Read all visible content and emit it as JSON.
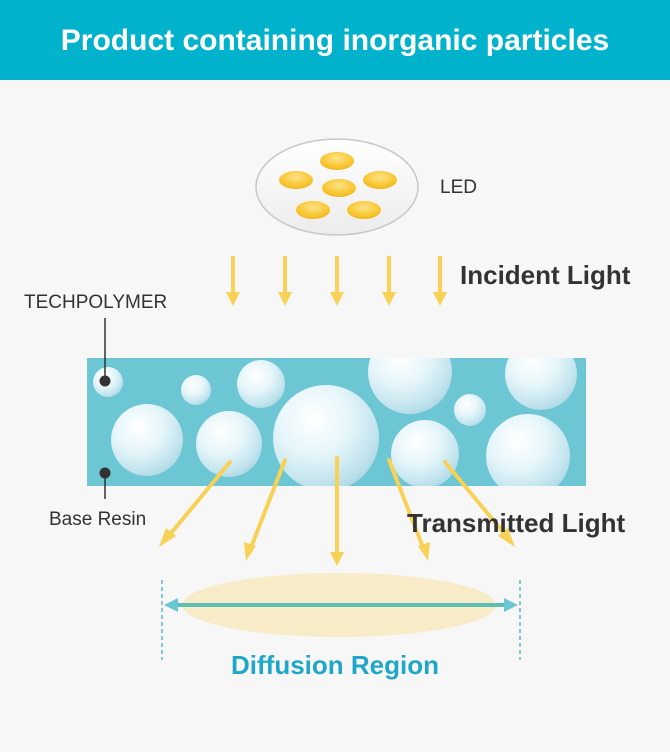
{
  "title": "Product containing inorganic particles",
  "labels": {
    "led": "LED",
    "incident_light": "Incident Light",
    "techpolymer": "TECHPOLYMER",
    "base_resin": "Base Resin",
    "transmitted_light": "Transmitted Light",
    "diffusion_region": "Diffusion Region"
  },
  "colors": {
    "header": "#00b2cc",
    "resin": "#6cc6d4",
    "arrow": "#f7d256",
    "led_chip": "#f6c32a",
    "diffusion_fill": "#f7ebc8",
    "diffusion_line": "#5dbfb4",
    "diffusion_text": "#1fa7c8"
  },
  "counts": {
    "incident_arrows": 5,
    "transmitted_arrows": 5,
    "led_chips": 6
  }
}
